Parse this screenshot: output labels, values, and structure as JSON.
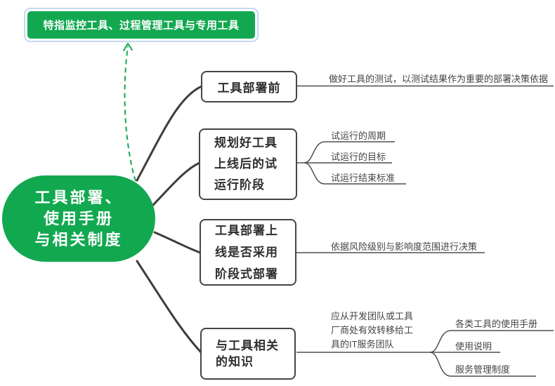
{
  "colors": {
    "green": "#12a850",
    "selectionBorder": "#c5d9f0",
    "branchLine": "#3d3d3d",
    "leafLine": "#4f4f4f",
    "boxBorder": "#454545",
    "boxText": "#2f2f2f",
    "leafText": "#444444",
    "nodeText": "#ffffff"
  },
  "floating_topic": {
    "label": "特指监控工具、过程管理工具与专用工具"
  },
  "root": {
    "label": "工具部署、使用手册与相关制度",
    "lines": [
      "工具部署、",
      "使用手册",
      "与相关制度"
    ]
  },
  "branches": [
    {
      "label": "工具部署前",
      "lines": [
        "工具部署前"
      ],
      "children": [
        {
          "label": "做好工具的测试，以测试结果作为重要的部署决策依据"
        }
      ]
    },
    {
      "label": "规划好工具上线后的试运行阶段",
      "lines": [
        "规划好工具",
        "上线后的试",
        "运行阶段"
      ],
      "children": [
        {
          "label": "试运行的周期"
        },
        {
          "label": "试运行的目标"
        },
        {
          "label": "试运行结束标准"
        }
      ]
    },
    {
      "label": "工具部署上线是否采用阶段式部署",
      "lines": [
        "工具部署上",
        "线是否采用",
        "阶段式部署"
      ],
      "children": [
        {
          "label": "依据风险级别与影响度范围进行决策"
        }
      ]
    },
    {
      "label": "与工具相关的知识",
      "lines": [
        "与工具相关",
        "的知识"
      ],
      "children": [
        {
          "label": "应从开发团队或工具厂商处有效转移给工具的IT服务团队",
          "lines": [
            "应从开发团队或工具",
            "厂商处有效转移给工",
            "具的IT服务团队"
          ],
          "children": [
            {
              "label": "各类工具的使用手册"
            },
            {
              "label": "使用说明"
            },
            {
              "label": "服务管理制度"
            }
          ]
        }
      ]
    }
  ]
}
